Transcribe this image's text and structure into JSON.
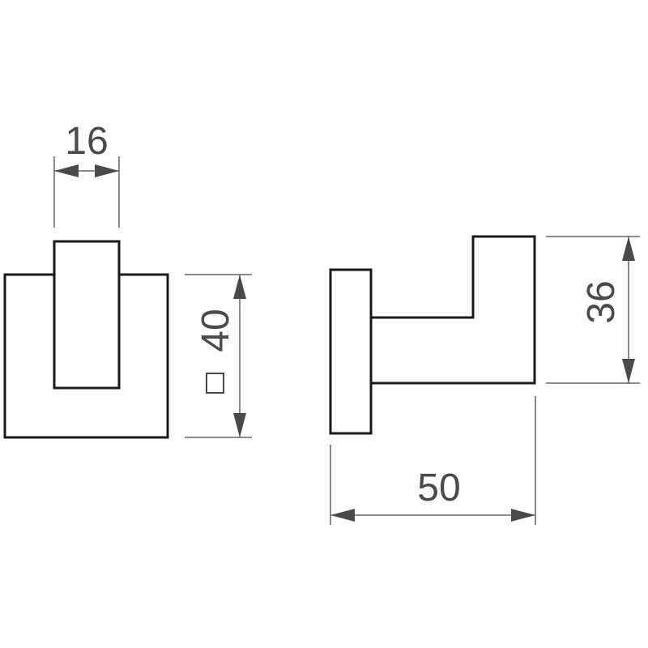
{
  "front_view": {
    "width_dim": "16",
    "height_dim": "40",
    "section_symbol": "square"
  },
  "side_view": {
    "height_dim": "36",
    "depth_dim": "50"
  }
}
